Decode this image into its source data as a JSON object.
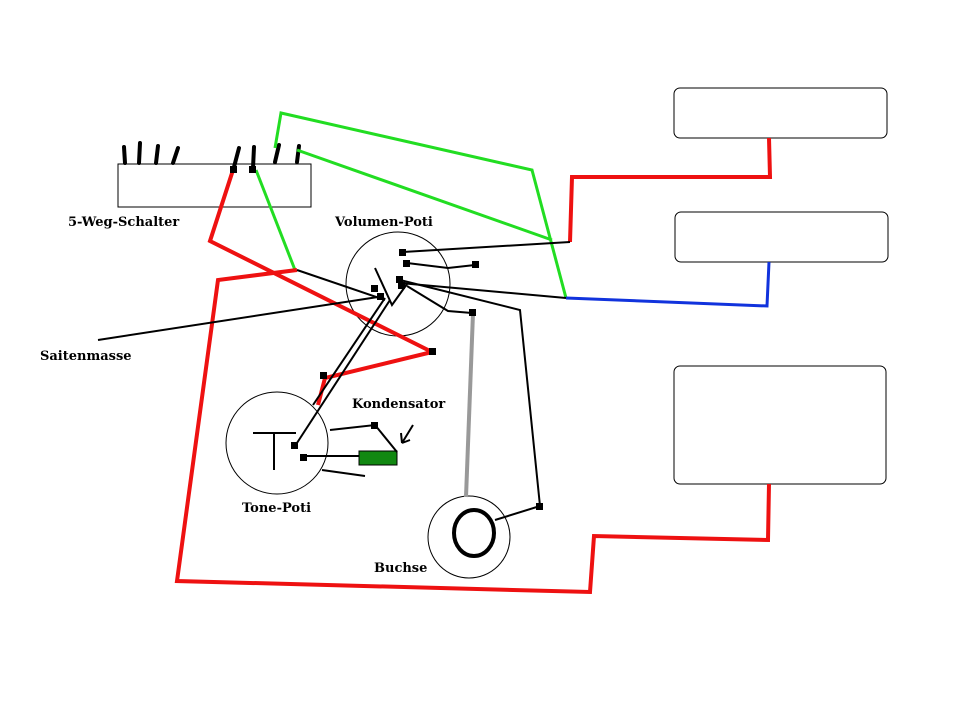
{
  "labels": {
    "switch": "5-Weg-Schalter",
    "volume_pot": "Volumen-Poti",
    "string_ground": "Saitenmasse",
    "capacitor": "Kondensator",
    "tone_pot": "Tone-Poti",
    "jack": "Buchse"
  },
  "colors": {
    "hot_wire": "#ee1111",
    "switch_wire": "#22dd22",
    "pickup_wire": "#1133dd",
    "ground_wire": "#000000",
    "jack_wire": "#999999",
    "capacitor_fill": "#118811"
  }
}
